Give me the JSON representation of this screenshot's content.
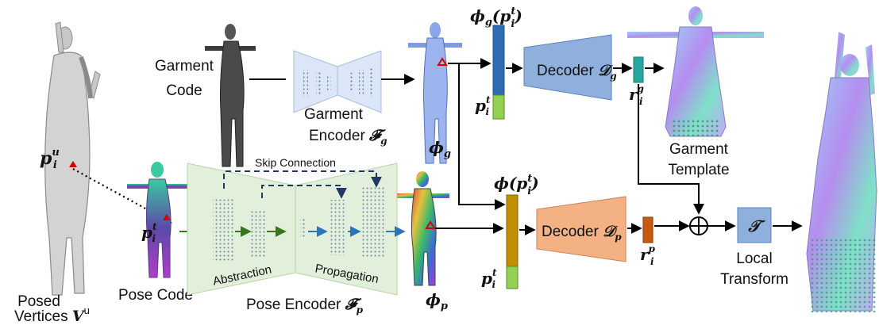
{
  "labels": {
    "garment_code_l1": "Garment",
    "garment_code_l2": "Code",
    "garment_encoder_l1": "Garment",
    "garment_encoder_l2": "Encoder ",
    "garment_encoder_sym": "𝓕",
    "garment_encoder_sub": "g",
    "phi_g": "ϕ",
    "phi_g_sub": "g",
    "phi_g_p": "ϕ",
    "phi_g_p_sub": "g",
    "phi_g_p_arg": "(p",
    "phi_g_p_sup": "t",
    "phi_g_p_isub": "i",
    "phi_g_p_close": ")",
    "decoder_g": "Decoder ",
    "decoder_g_sym": "𝒟",
    "decoder_g_sub": "g",
    "r_g": "r",
    "r_g_sup": "g",
    "r_g_sub": "i",
    "garment_template_l1": "Garment",
    "garment_template_l2": "Template",
    "skip_connection": "Skip Connection",
    "abstraction": "Abstraction",
    "propagation": "Propagation",
    "pose_encoder": "Pose Encoder ",
    "pose_encoder_sym": "𝓕",
    "pose_encoder_sub": "p",
    "pose_code": "Pose Code",
    "posed_vertices_l1": "Posed",
    "posed_vertices_l2": "Vertices ",
    "posed_vertices_sym": "V",
    "posed_vertices_sup": "u",
    "p_u": "p",
    "p_u_sup": "u",
    "p_u_sub": "i",
    "p_t_pose": "p",
    "p_t_pose_sup": "t",
    "p_t_pose_sub": "i",
    "p_t_g": "p",
    "p_t_g_sup": "t",
    "p_t_g_sub": "i",
    "p_t_p": "p",
    "p_t_p_sup": "t",
    "p_t_p_sub": "i",
    "phi_p": "ϕ",
    "phi_p_sub": "p",
    "phi_pt": "ϕ(p",
    "phi_pt_sup": "t",
    "phi_pt_sub": "i",
    "phi_pt_close": ")",
    "decoder_p": "Decoder ",
    "decoder_p_sym": "𝒟",
    "decoder_p_sub": "p",
    "r_p": "r",
    "r_p_sup": "p",
    "r_p_sub": "i",
    "t_symbol": "𝒯",
    "local_transform_l1": "Local",
    "local_transform_l2": "Transform",
    "oplus": "⊕"
  },
  "colors": {
    "garment_encoder_fill": "#dbe7f6",
    "pose_encoder_fill": "#e2efda",
    "decoder_g_fill": "#8fb0dd",
    "decoder_p_fill": "#f4b183",
    "feature_g_blue": "#2e6db4",
    "feature_p_gold": "#bf8f00",
    "feature_pos_green": "#92d050",
    "r_g_teal": "#2aa6a0",
    "r_p_orange": "#c55a11",
    "transform_box": "#8fb0dd",
    "arrow_dark": "#000000",
    "arrow_green": "#38761d",
    "arrow_blue": "#2e75b6",
    "skip_dash": "#1f3864"
  }
}
